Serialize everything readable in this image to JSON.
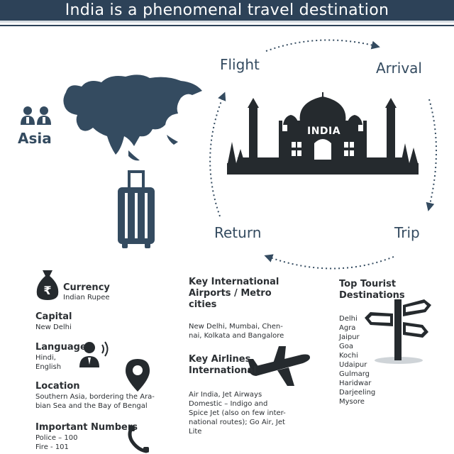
{
  "header": {
    "title": "India is a phenomenal travel destination"
  },
  "cycle": {
    "flight": "Flight",
    "arrival": "Arrival",
    "return": "Return",
    "trip": "Trip",
    "center_label": "INDIA"
  },
  "continent": {
    "label": "Asia"
  },
  "currency": {
    "title": "Currency",
    "value": "Indian Rupee"
  },
  "capital": {
    "title": "Capital",
    "value": "New Delhi"
  },
  "language": {
    "title": "Language",
    "values": [
      "Hindi,",
      "English"
    ]
  },
  "location": {
    "title": "Location",
    "lines": [
      "Southern Asia, bordering the Ara-",
      "bian Sea and the Bay of Bengal"
    ]
  },
  "numbers": {
    "title": "Important Numbers",
    "lines": [
      "Police – 100",
      "Fire - 101"
    ]
  },
  "airports": {
    "title_lines": [
      "Key International",
      "Airports / Metro",
      "cities"
    ],
    "text_lines": [
      "New Delhi, Mumbai, Chen-",
      "nai, Kolkata and Bangalore"
    ]
  },
  "airlines": {
    "title_lines": [
      "Key Airlines",
      "International"
    ],
    "text_lines": [
      " Air India, Jet Airways",
      "Domestic – Indigo and",
      "Spice Jet (also on few inter-",
      "national routes); Go Air, Jet",
      "Lite"
    ]
  },
  "destinations": {
    "title_lines": [
      "Top Tourist",
      "Destinations"
    ],
    "items": [
      "Delhi",
      "Agra",
      "Jaipur",
      "Goa",
      "Kochi",
      "Udaipur",
      "Gulmarg",
      "Haridwar",
      "Darjeeling",
      "Mysore"
    ]
  },
  "colors": {
    "header": "#2d4258",
    "accent": "#344b60",
    "dark": "#2b2f33"
  },
  "icons": [
    "people-icon",
    "asia-map-icon",
    "suitcase-icon",
    "taj-mahal-icon",
    "money-bag-icon",
    "speaker-icon",
    "location-pin-icon",
    "phone-icon",
    "airplane-icon",
    "signpost-icon"
  ]
}
